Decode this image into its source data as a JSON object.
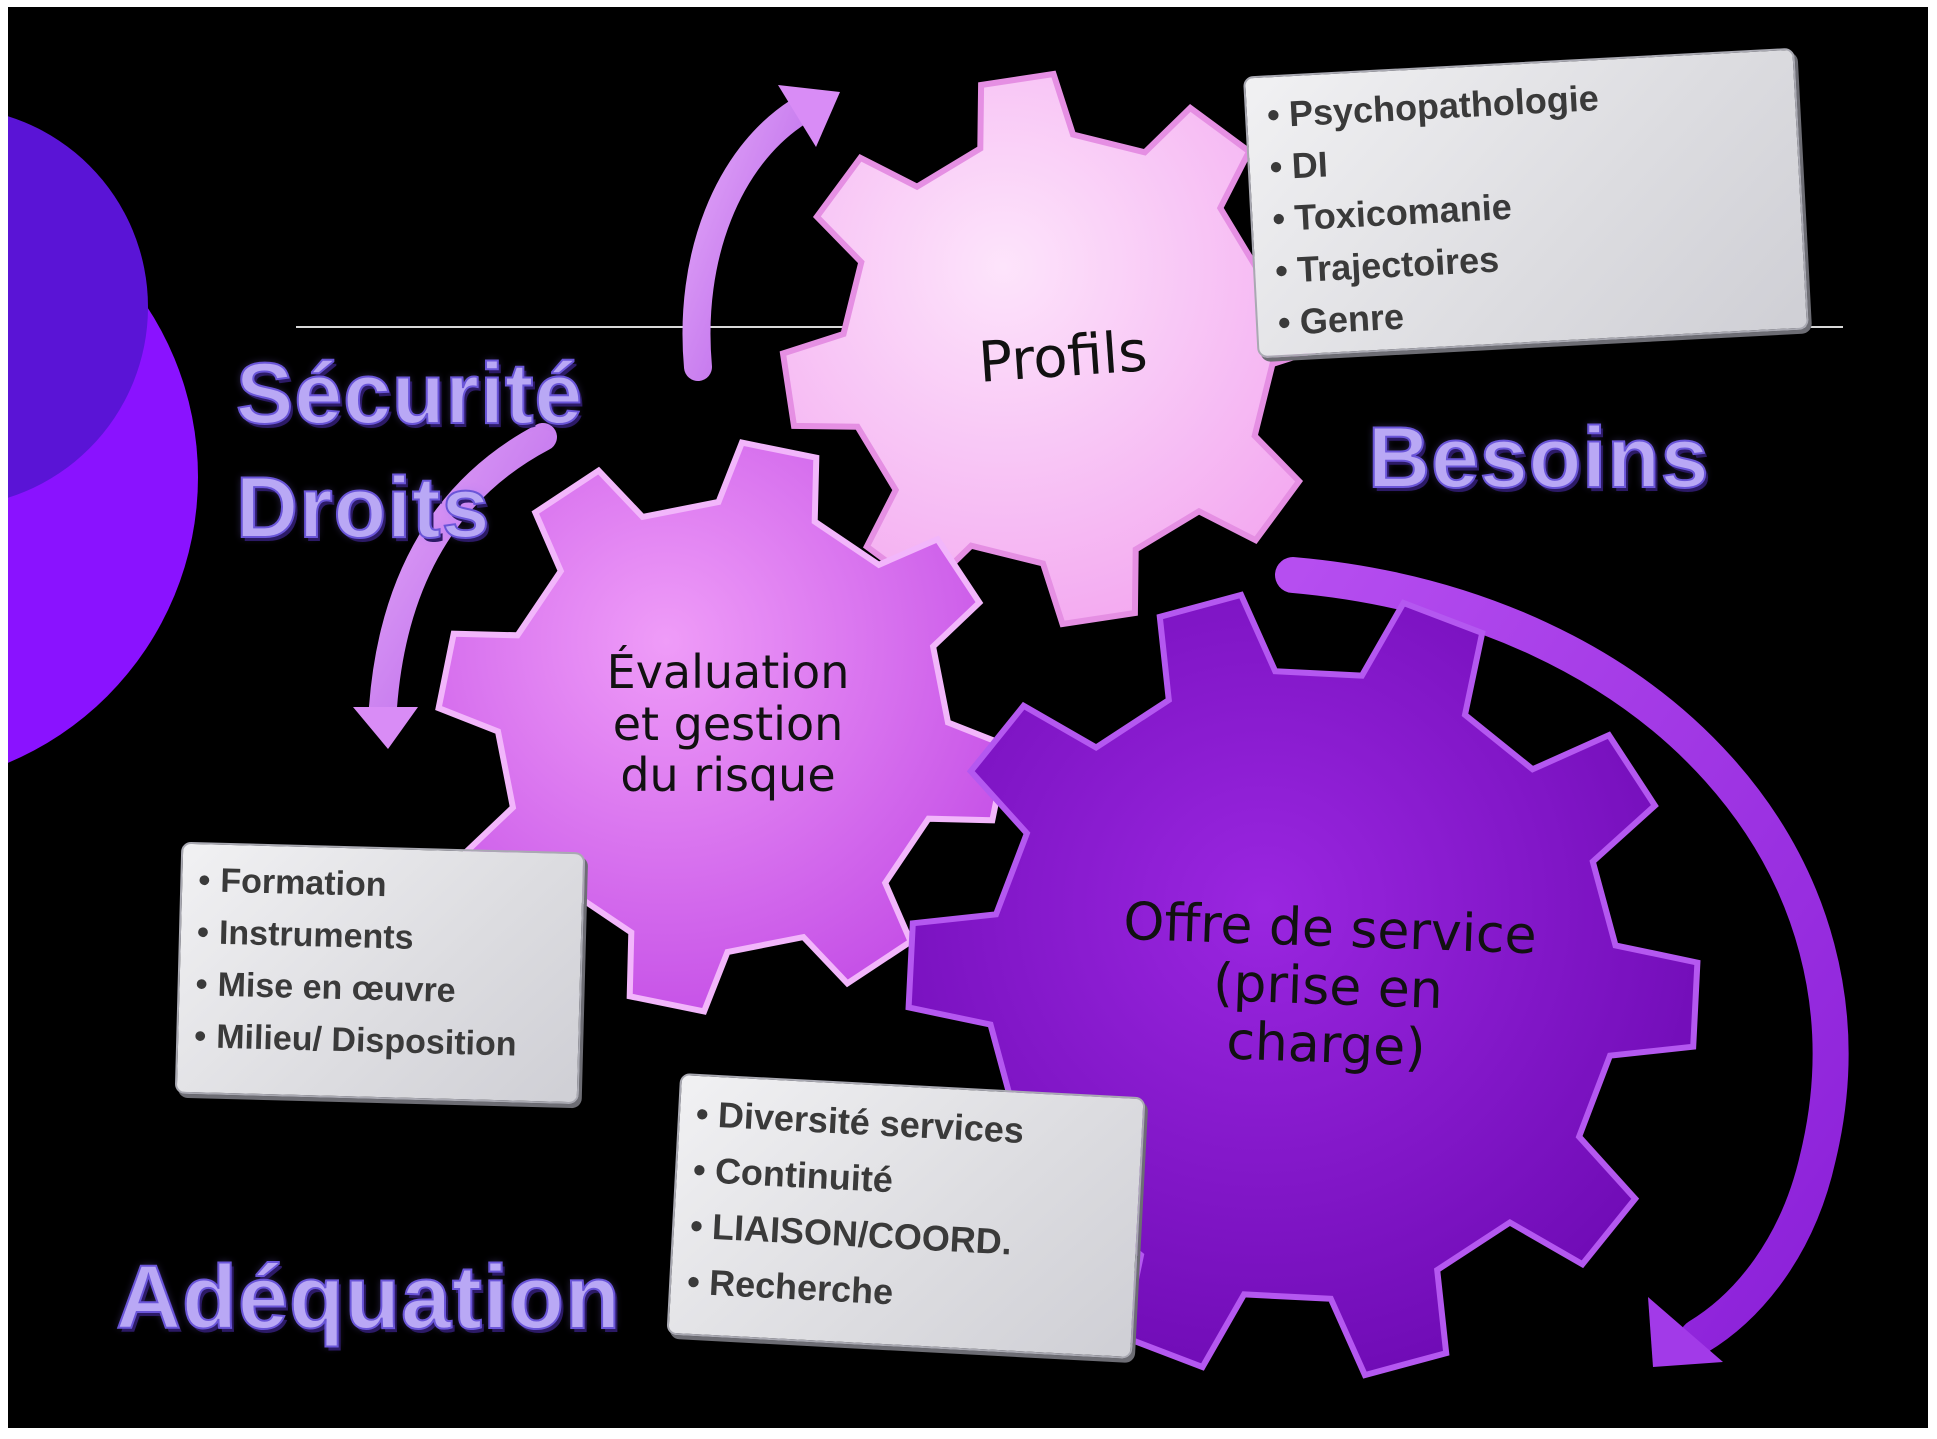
{
  "headings": {
    "securite": "Sécurité",
    "droits": "Droits",
    "besoins": "Besoins",
    "adequation": "Adéquation"
  },
  "gears": {
    "profils": {
      "label": "Profils",
      "color": "#f7bdf5"
    },
    "evaluation": {
      "line1": "Évaluation",
      "line2": "et gestion",
      "line3": "du risque",
      "color": "#d86cf0"
    },
    "offre": {
      "line1": "Offre de service",
      "line2": "(prise en",
      "line3": "charge)",
      "color": "#8712c9"
    }
  },
  "notes": {
    "profils_list": [
      "Psychopathologie",
      "DI",
      "Toxicomanie",
      "Trajectoires",
      "Genre"
    ],
    "evaluation_list": [
      "Formation",
      "Instruments",
      "Mise en œuvre",
      "Milieu/ Disposition"
    ],
    "offre_list": [
      "Diversité services",
      "Continuité",
      "LIAISON/COORD.",
      "Recherche"
    ]
  },
  "colors": {
    "background": "#000000",
    "heading_fill": "#b9a8f5",
    "arrow": "#c77ff2",
    "decor_circle_1": "#5a14d6",
    "decor_circle_2": "#8a12ff"
  }
}
